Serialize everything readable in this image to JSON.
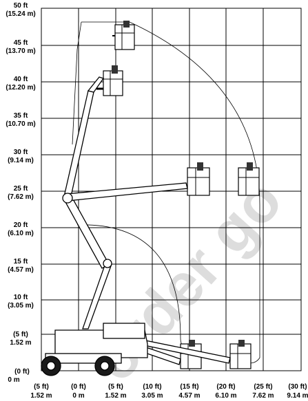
{
  "y_axis_labels": [
    {
      "ft": "50 ft",
      "m": "(15.24 m)"
    },
    {
      "ft": "45 ft",
      "m": "(13.70 m)"
    },
    {
      "ft": "40 ft",
      "m": "(12.20 m)"
    },
    {
      "ft": "35 ft",
      "m": "(10.70 m)"
    },
    {
      "ft": "30 ft",
      "m": "(9.14 m)"
    },
    {
      "ft": "25 ft",
      "m": "(7.62 m)"
    },
    {
      "ft": "20 ft",
      "m": "(6.10 m)"
    },
    {
      "ft": "15 ft",
      "m": "(4.57 m)"
    },
    {
      "ft": "10 ft",
      "m": "(3.05 m)"
    },
    {
      "ft": "(5 ft)",
      "m": "1.52 m"
    },
    {
      "ft": "(0 ft)",
      "m": "0 m"
    }
  ],
  "x_axis_labels": [
    {
      "ft": "(5 ft)",
      "m": "1.52 m"
    },
    {
      "ft": "(0 ft)",
      "m": "0 m"
    },
    {
      "ft": "(5 ft)",
      "m": "1.52 m"
    },
    {
      "ft": "(10 ft)",
      "m": "3.05 m"
    },
    {
      "ft": "(15 ft)",
      "m": "4.57 m"
    },
    {
      "ft": "(20 ft)",
      "m": "6.10 m"
    },
    {
      "ft": "(25 ft)",
      "m": "7.62 m"
    },
    {
      "ft": "(30 ft)",
      "m": "9.14 m"
    }
  ],
  "watermark": "order go",
  "colors": {
    "grid": "#000000",
    "watermark": "#4a5ae8",
    "machine": "#1a1a1a"
  }
}
